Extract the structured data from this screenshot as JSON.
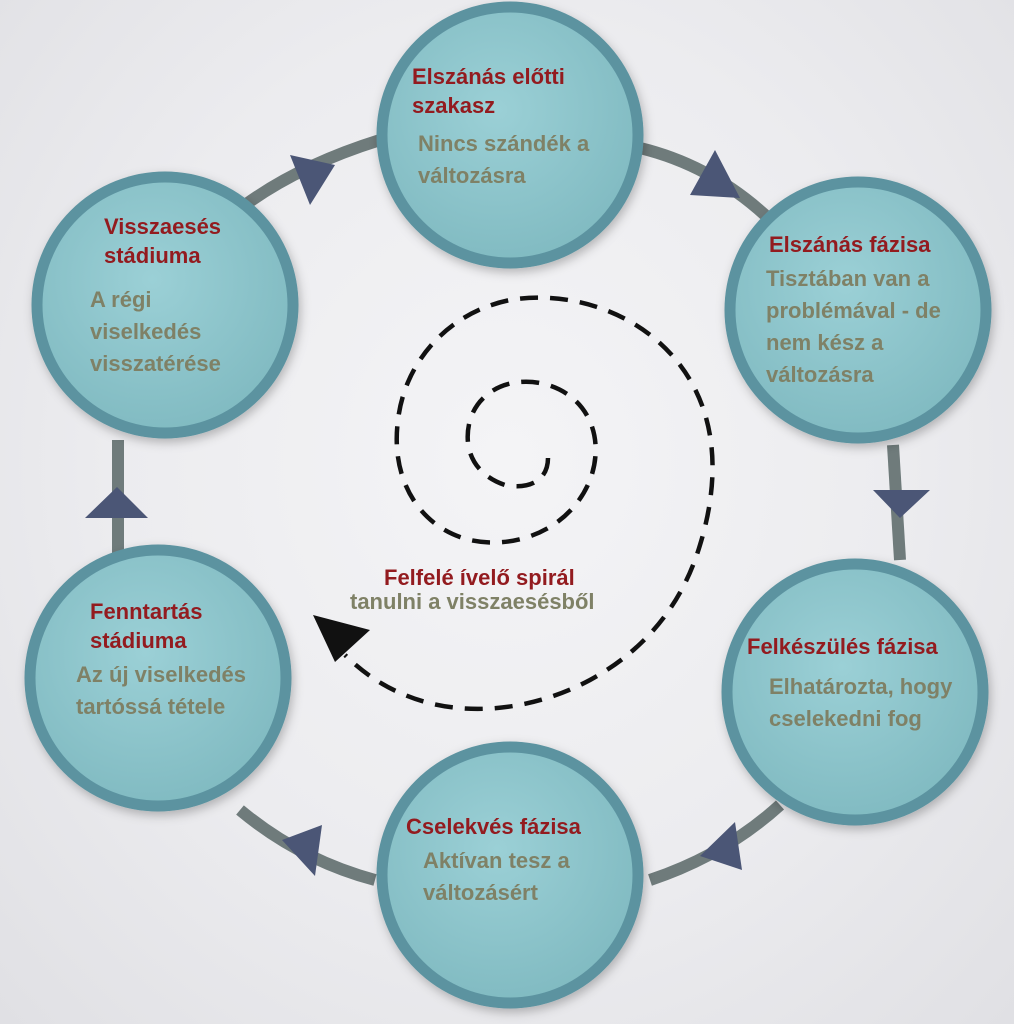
{
  "colors": {
    "circle_fill": "#8fc6cc",
    "circle_border": "#5b93a0",
    "ring": "#6f7b7b",
    "arrow": "#4b5676",
    "title": "#931b1f",
    "description": "#7f8166",
    "spiral": "#111111"
  },
  "stages": [
    {
      "title": "Elszánás előtti szakasz",
      "description": "Nincs szándék a változásra"
    },
    {
      "title": "Elszánás fázisa",
      "description": "Tisztában van a problémával  - de nem kész a változásra"
    },
    {
      "title": "Felkészülés fázisa",
      "description": "Elhatározta, hogy cselekedni fog"
    },
    {
      "title": "Cselekvés fázisa",
      "description": "Aktívan tesz a változásért"
    },
    {
      "title": "Fenntartás stádiuma",
      "description": "Az új viselkedés tartóssá tétele"
    },
    {
      "title": "Visszaesés stádiuma",
      "description": "A régi viselkedés visszatérése"
    }
  ],
  "center": {
    "title": "Felfelé ívelő spirál",
    "subtitle": "tanulni a visszaesésből"
  }
}
